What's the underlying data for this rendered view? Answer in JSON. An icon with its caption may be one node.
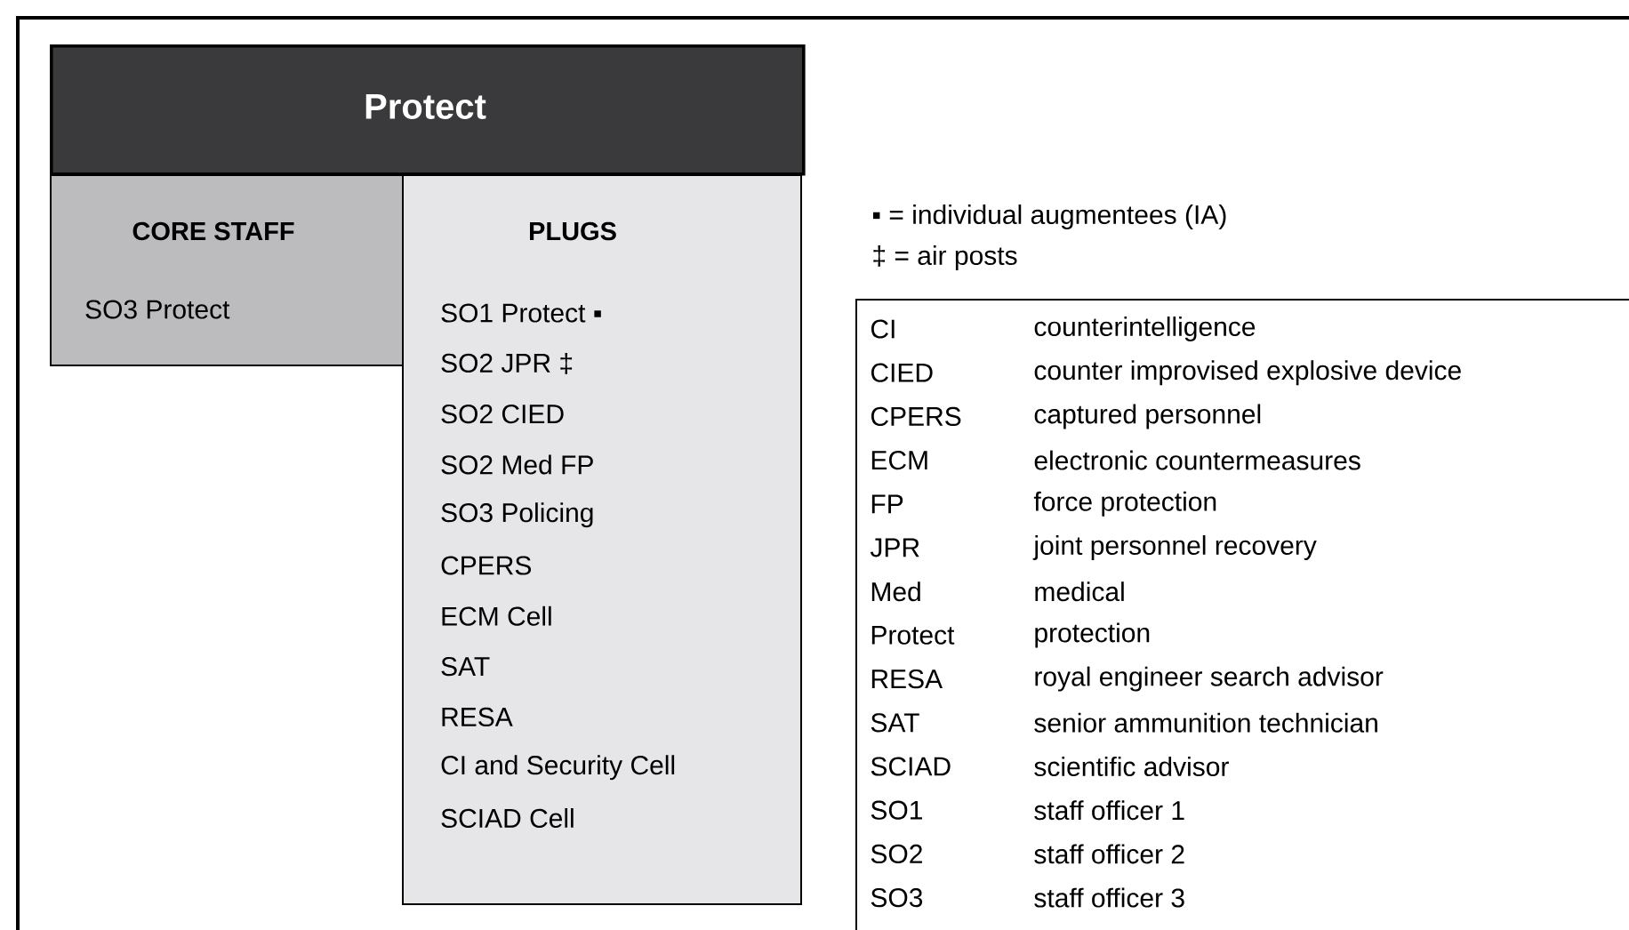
{
  "diagram": {
    "nodes": [
      {
        "text": [
          "Protect"
        ]
      },
      {
        "text": [
          "CORE STAFF",
          "SO3 Protect"
        ]
      },
      {
        "text": [
          "PLUGS",
          "SO1 Protect ▪",
          "SO2 JPR ‡",
          "SO2 CIED",
          "SO2 Med FP",
          "SO3 Policing",
          "CPERS",
          "ECM Cell",
          "SAT",
          "RESA",
          "CI and Security Cell",
          "SCIAD Cell"
        ]
      },
      {
        "text": [
          "CI",
          "counterintelligence",
          "CIED",
          "counter improvised explosive device",
          "CPERS",
          "captured personnel",
          "ECM",
          "electronic countermeasures",
          "FP",
          "force protection",
          "JPR",
          "joint personnel recovery",
          "Med",
          "medical",
          "Protect",
          "protection",
          "RESA",
          "royal engineer search advisor",
          "SAT",
          "senior ammunition technician",
          "SCIAD",
          "scientific advisor",
          "SO1",
          "staff officer 1",
          "SO2",
          "staff officer 2",
          "SO3",
          "staff officer 3"
        ]
      }
    ],
    "edges": [],
    "labels": [
      "▪ = individual augmentees (IA)",
      "‡ = air posts"
    ]
  }
}
